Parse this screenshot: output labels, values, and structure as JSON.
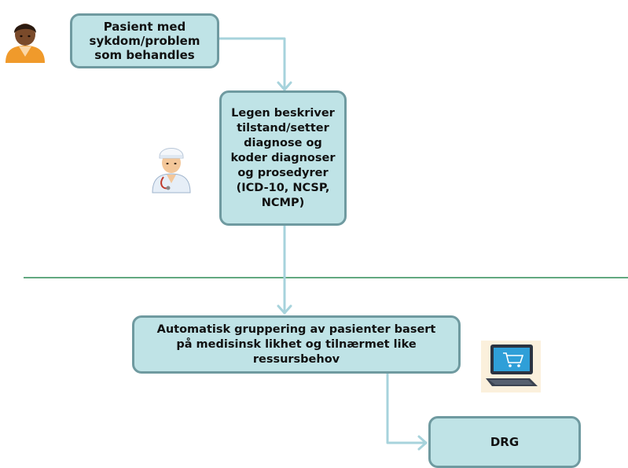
{
  "diagram": {
    "boxes": {
      "patient": "Pasient med\nsykdom/problem\nsom behandles",
      "doctor": "Legen beskriver\ntilstand/setter\ndiagnose og\nkoder diagnoser\nog prosedyrer\n(ICD-10, NCSP,\nNCMP)",
      "grouping": "Automatisk gruppering av pasienter basert\npå medisinsk likhet og tilnærmet like\nressursbehov",
      "drg": "DRG"
    },
    "icons": [
      "patient-icon",
      "doctor-icon",
      "computer-cart-icon"
    ],
    "colors": {
      "box_fill": "#bfe3e6",
      "box_border": "#6f9aa0",
      "arrow": "#a7d3dc",
      "divider": "#2e8b57"
    }
  }
}
